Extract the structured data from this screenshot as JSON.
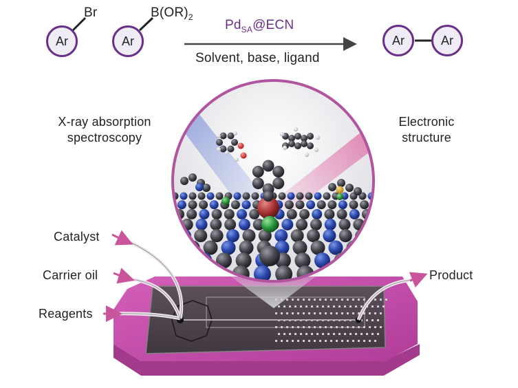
{
  "reaction": {
    "reactant1": {
      "ring_label": "Ar",
      "substituent": "Br"
    },
    "reactant2": {
      "ring_label": "Ar",
      "substituent_main": "B(OR)",
      "substituent_sub": "2"
    },
    "catalyst": {
      "main": "Pd",
      "sub": "SA",
      "rest": "@ECN"
    },
    "conditions": "Solvent, base, ligand",
    "product": {
      "left_label": "Ar",
      "right_label": "Ar"
    }
  },
  "labels": {
    "xas_line1": "X-ray absorption",
    "xas_line2": "spectroscopy",
    "electronic_line1": "Electronic",
    "electronic_line2": "structure",
    "catalyst_inlet": "Catalyst",
    "carrier_oil_inlet": "Carrier oil",
    "reagents_inlet": "Reagents",
    "product_outlet": "Product"
  },
  "colors": {
    "accent_purple": "#6b2f88",
    "chip_magenta": "#c04bab",
    "arrow_pink": "#c9559a",
    "nitrogen_blue": "#2a4aa6",
    "carbon_gray": "#3a3a3f",
    "palladium_red": "#b43a3a",
    "chlorine_green": "#2f9a3f"
  },
  "icons": {
    "reaction_arrow": "arrow-right",
    "inlet_arrows": "curved-arrow",
    "catalyst_sphere": "magnified-circle"
  }
}
